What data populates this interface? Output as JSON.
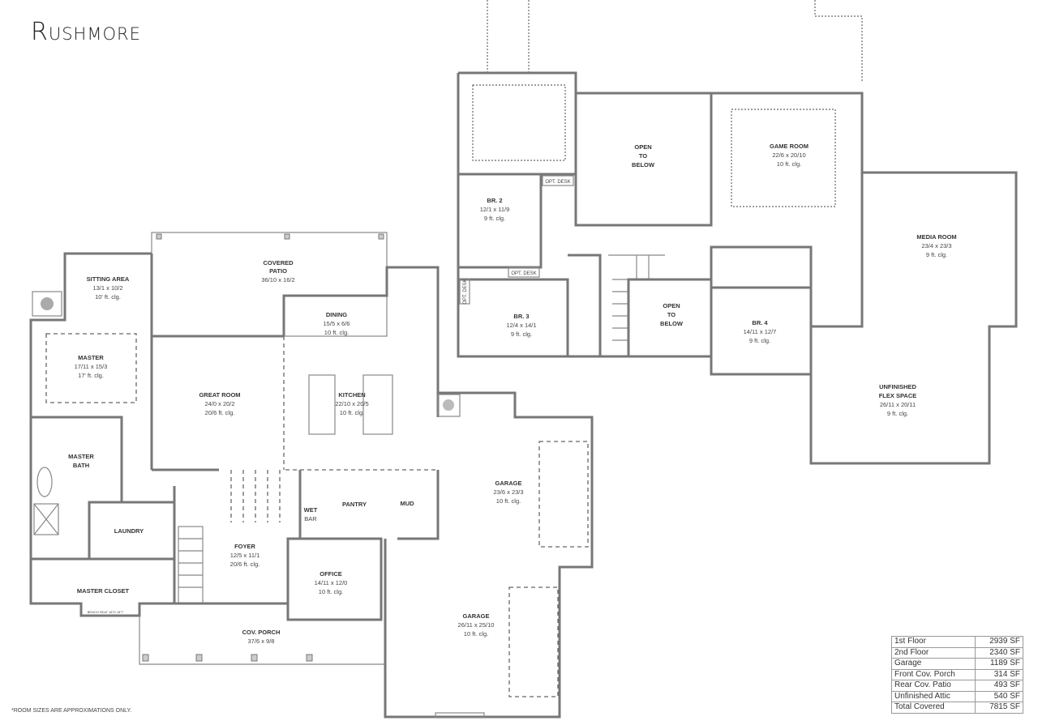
{
  "title": "Rushmore",
  "note": "*ROOM SIZES ARE APPROXIMATIONS ONLY.",
  "first_floor": {
    "rooms": [
      {
        "name": "SITTING AREA",
        "size": "13/1 x 10/2",
        "ceiling": "10' ft. clg."
      },
      {
        "name": "MASTER",
        "size": "17/11 x 15/3",
        "ceiling": "17' ft. clg."
      },
      {
        "name": "COVERED",
        "name2": "PATIO",
        "size": "36/10 x 16/2"
      },
      {
        "name": "GREAT ROOM",
        "size": "24/0 x 20/2",
        "ceiling": "20/6 ft. clg."
      },
      {
        "name": "DINING",
        "size": "15/5 x 6/6",
        "ceiling": "10 ft. clg."
      },
      {
        "name": "KITCHEN",
        "size": "22/10 x 20/5",
        "ceiling": "10 ft. clg."
      },
      {
        "name": "MASTER",
        "name2": "BATH"
      },
      {
        "name": "LAUNDRY"
      },
      {
        "name": "MASTER CLOSET",
        "extra": "BENCH SEAT 18\"D 18\"T"
      },
      {
        "name": "FOYER",
        "size": "12/5 x 11/1",
        "ceiling": "20/6 ft. clg."
      },
      {
        "name": "WET",
        "name2": "BAR"
      },
      {
        "name": "PANTRY"
      },
      {
        "name": "MUD"
      },
      {
        "name": "OFFICE",
        "size": "14/11 x 12/0",
        "ceiling": "10 ft. clg."
      },
      {
        "name": "COV. PORCH",
        "size": "37/6 x 9/8"
      },
      {
        "name": "GARAGE",
        "size": "23/6 x 23/3",
        "ceiling": "10 ft. clg."
      },
      {
        "name": "GARAGE",
        "size": "26/11 x 25/10",
        "ceiling": "10 ft. clg."
      }
    ]
  },
  "second_floor": {
    "rooms": [
      {
        "name": "BR. 2",
        "size": "12/1 x 11/9",
        "ceiling": "9 ft. clg."
      },
      {
        "name": "BR. 3",
        "size": "12/4 x 14/1",
        "ceiling": "9 ft. clg."
      },
      {
        "name": "OPEN",
        "name2": "TO",
        "name3": "BELOW"
      },
      {
        "name": "OPEN",
        "name2": "TO",
        "name3": "BELOW"
      },
      {
        "name": "GAME ROOM",
        "size": "22/6 x 20/10",
        "ceiling": "10 ft. clg."
      },
      {
        "name": "MEDIA ROOM",
        "size": "23/4 x 23/3",
        "ceiling": "9 ft. clg."
      },
      {
        "name": "BR. 4",
        "size": "14/11 x 12/7",
        "ceiling": "9 ft. clg."
      },
      {
        "name": "UNFINISHED",
        "name2": "FLEX SPACE",
        "size": "26/11 x 20/11",
        "ceiling": "9 ft. clg."
      }
    ],
    "opt_desk": "OPT. DESK"
  },
  "square_footage": [
    {
      "label": "1st Floor",
      "value": "2939 SF"
    },
    {
      "label": "2nd Floor",
      "value": "2340 SF"
    },
    {
      "label": "Garage",
      "value": "1189 SF"
    },
    {
      "label": "Front Cov. Porch",
      "value": "314 SF"
    },
    {
      "label": "Rear Cov. Patio",
      "value": "493 SF"
    },
    {
      "label": "Unfinished Attic",
      "value": "540 SF"
    },
    {
      "label": "Total Covered",
      "value": "7815 SF"
    }
  ]
}
